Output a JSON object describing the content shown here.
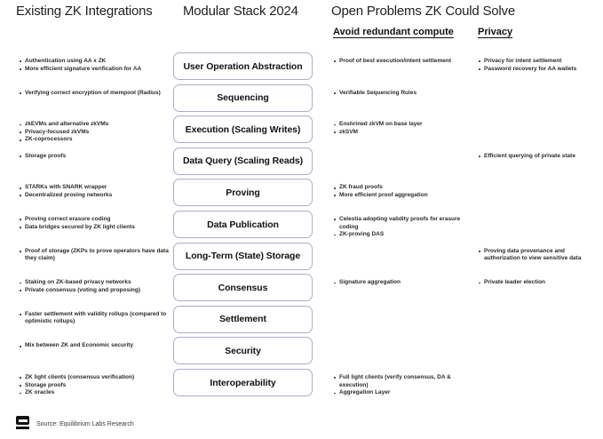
{
  "columns": {
    "left_title": "Existing ZK Integrations",
    "middle_title": "Modular Stack 2024",
    "right_title": "Open Problems ZK Could Solve"
  },
  "right_subheads": {
    "compute": "Avoid redundant compute",
    "privacy": "Privacy"
  },
  "colors": {
    "box_border": "#b9a5cd",
    "text": "#1a1a1a",
    "background": "#ffffff"
  },
  "rows": [
    {
      "stack": "User Operation Abstraction",
      "left": [
        "Authentication using AA x ZK",
        "More efficient signature verification for AA"
      ],
      "compute": [
        "Proof of best execution/intent settlement"
      ],
      "privacy": [
        "Privacy for intent settlement",
        "Password recovery for AA wallets"
      ]
    },
    {
      "stack": "Sequencing",
      "left": [
        "Verifying correct encryption of mempool (Radius)"
      ],
      "compute": [
        "Verifiable Sequencing Rules"
      ],
      "privacy": []
    },
    {
      "stack": "Execution (Scaling Writes)",
      "left": [
        "zkEVMs and alternative zkVMs",
        "Privacy-focused zkVMs",
        "ZK-coprocessors"
      ],
      "compute": [
        "Enshrined zkVM on base layer",
        "zkSVM"
      ],
      "privacy": []
    },
    {
      "stack": "Data Query (Scaling Reads)",
      "left": [
        "Storage proofs"
      ],
      "compute": [],
      "privacy": [
        "Efficient querying of private state"
      ]
    },
    {
      "stack": "Proving",
      "left": [
        "STARKs with SNARK wrapper",
        "Decentralized proving networks"
      ],
      "compute": [
        "ZK fraud proofs",
        "More efficient proof aggregation"
      ],
      "privacy": []
    },
    {
      "stack": "Data Publication",
      "left": [
        "Proving correct erasure coding",
        "Data bridges secured by ZK light clients"
      ],
      "compute": [
        "Celestia adopting validity proofs for erasure coding",
        "ZK-proving DAS"
      ],
      "privacy": []
    },
    {
      "stack": "Long-Term (State) Storage",
      "left": [
        "Proof of storage (ZKPs to prove operators have data they claim)"
      ],
      "compute": [],
      "privacy": [
        "Proving data provenance and authorization to view sensitive data"
      ]
    },
    {
      "stack": "Consensus",
      "left": [
        "Staking on ZK-based privacy networks",
        "Private consensus (voting and proposing)"
      ],
      "compute": [
        "Signature aggregation"
      ],
      "privacy": [
        "Private leader election"
      ]
    },
    {
      "stack": "Settlement",
      "left": [
        "Faster settlement with validity rollups (compared to optimistic rollups)"
      ],
      "compute": [],
      "privacy": []
    },
    {
      "stack": "Security",
      "left": [
        "Mix between ZK and Economic security"
      ],
      "compute": [],
      "privacy": []
    },
    {
      "stack": "Interoperability",
      "left": [
        "ZK light clients (consensus verification)",
        "Storage proofs",
        "ZK oracles"
      ],
      "compute": [
        "Full light clients (verify consensus, DA & execution)",
        "Aggregation Layer"
      ],
      "privacy": []
    }
  ],
  "footer": {
    "logo_name": "equilibrium-logo",
    "source": "Source: Equilibrium Labs Research"
  }
}
